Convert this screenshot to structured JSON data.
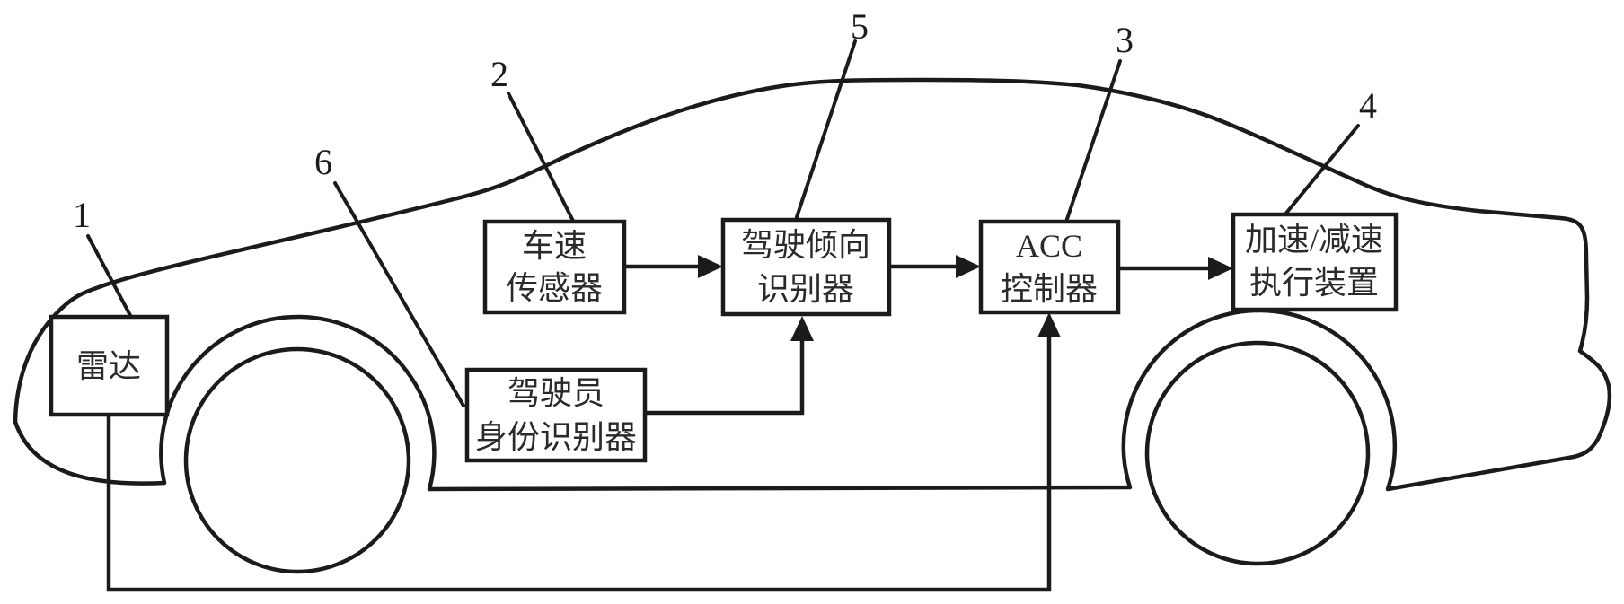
{
  "diagram": {
    "description": "ACC system block diagram drawn inside a car side-profile outline",
    "colors": {
      "background": "#ffffff",
      "line": "#1b1b1b",
      "text": "#2a2a2a"
    },
    "blocks": [
      {
        "ref": "1",
        "lines": [
          "雷达",
          ""
        ]
      },
      {
        "ref": "2",
        "lines": [
          "车速",
          "传感器"
        ]
      },
      {
        "ref": "5",
        "lines": [
          "驾驶倾向",
          "识别器"
        ]
      },
      {
        "ref": "3",
        "lines": [
          "ACC",
          "控制器"
        ]
      },
      {
        "ref": "4",
        "lines": [
          "加速/减速",
          "执行装置"
        ]
      },
      {
        "ref": "6",
        "lines": [
          "驾驶员",
          "身份识别器"
        ]
      }
    ],
    "ref_numbers": [
      "1",
      "2",
      "3",
      "4",
      "5",
      "6"
    ],
    "connections": [
      {
        "from": "车速传感器",
        "to": "驾驶倾向识别器"
      },
      {
        "from": "驾驶倾向识别器",
        "to": "ACC控制器"
      },
      {
        "from": "ACC控制器",
        "to": "加速/减速执行装置"
      },
      {
        "from": "驾驶员身份识别器",
        "to": "驾驶倾向识别器"
      },
      {
        "from": "雷达",
        "to": "ACC控制器"
      }
    ]
  }
}
